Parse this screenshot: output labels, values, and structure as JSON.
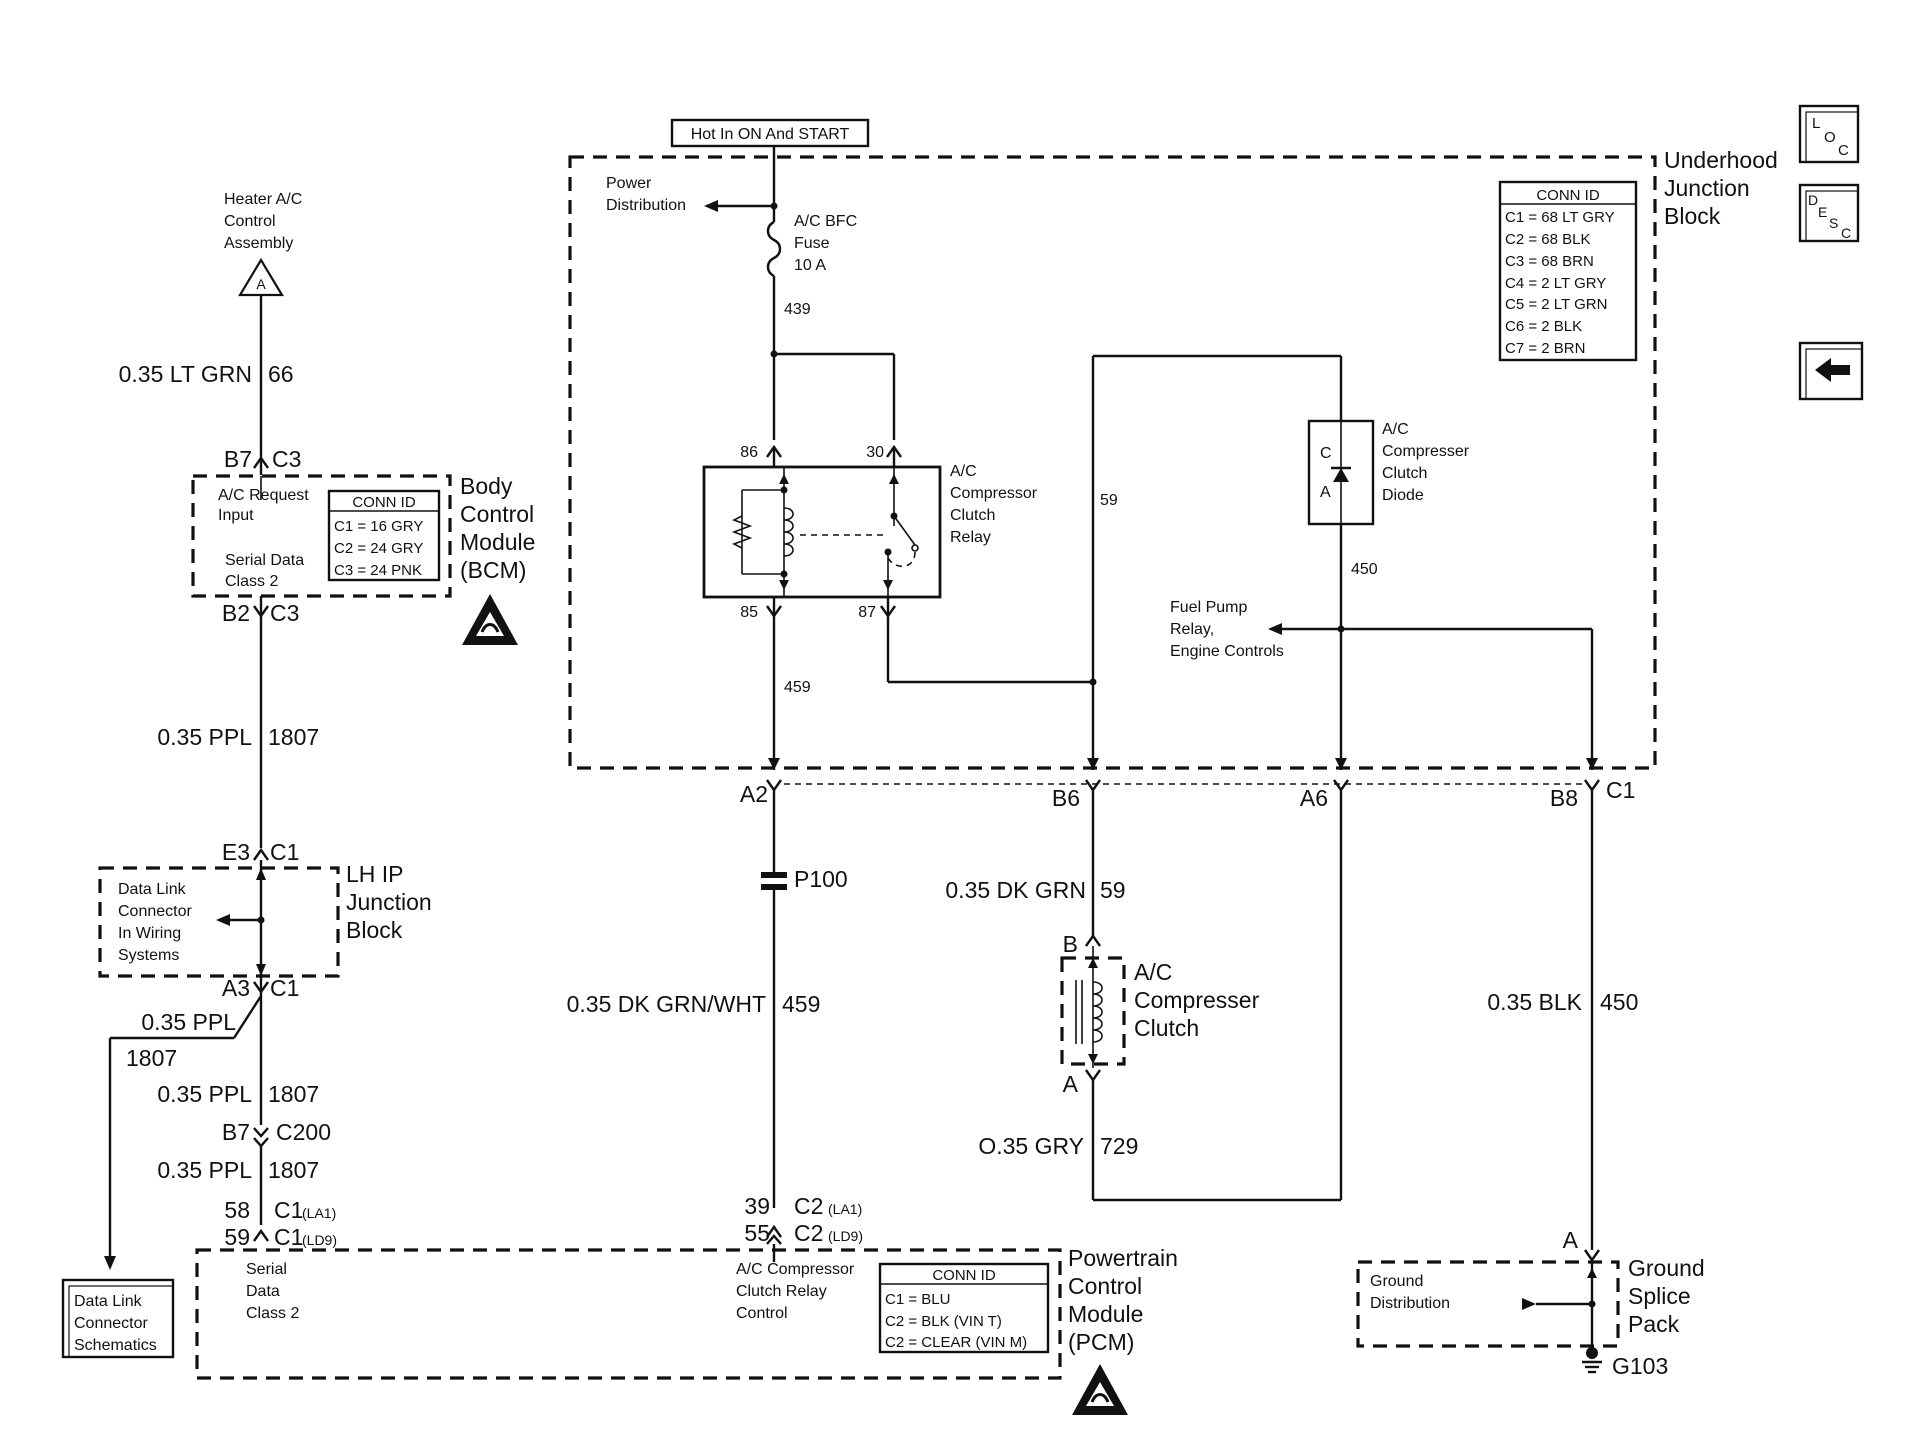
{
  "hot_label": "Hot In ON And START",
  "nav": {
    "loc_icon": "loc-icon",
    "desc_icon": "desc-icon",
    "back_icon": "back-arrow-icon"
  },
  "ujb": {
    "title1": "Underhood",
    "title2": "Junction",
    "title3": "Block",
    "conn_title": "CONN ID",
    "conn_rows": [
      "C1 = 68 LT GRY",
      "C2 = 68 BLK",
      "C3 = 68 BRN",
      "C4 = 2 LT GRY",
      "C5 = 2 LT GRN",
      "C6 = 2 BLK",
      "C7 = 2 BRN"
    ],
    "power_dist1": "Power",
    "power_dist2": "Distribution",
    "fuse1": "A/C BFC",
    "fuse2": "Fuse",
    "fuse3": "10 A",
    "circuit_439": "439",
    "relay_pin86": "86",
    "relay_pin30": "30",
    "relay_pin85": "85",
    "relay_pin87": "87",
    "relay1": "A/C",
    "relay2": "Compressor",
    "relay3": "Clutch",
    "relay4": "Relay",
    "circuit_59": "59",
    "circuit_459": "459",
    "circuit_450": "450",
    "diode1": "A/C",
    "diode2": "Compresser",
    "diode3": "Clutch",
    "diode4": "Diode",
    "diode_c": "C",
    "diode_a": "A",
    "fuel1": "Fuel Pump",
    "fuel2": "Relay,",
    "fuel3": "Engine Controls",
    "pin_a2": "A2",
    "pin_b6": "B6",
    "pin_a6": "A6",
    "pin_b8": "B8",
    "pin_c1": "C1"
  },
  "heater": {
    "line1": "Heater A/C",
    "line2": "Control",
    "line3": "Assembly",
    "ref": "A"
  },
  "wire_ltgrn": "0.35 LT GRN",
  "wire_ltgrn_num": "66",
  "bcm": {
    "pin_top_b7": "B7",
    "pin_top_c3": "C3",
    "ac_req1": "A/C Request",
    "ac_req2": "Input",
    "serial1": "Serial Data",
    "serial2": "Class 2",
    "conn_title": "CONN ID",
    "conn_rows": [
      "C1 = 16 GRY",
      "C2 = 24 GRY",
      "C3 = 24 PNK"
    ],
    "title1": "Body",
    "title2": "Control",
    "title3": "Module",
    "title4": "(BCM)",
    "pin_bot_b2": "B2",
    "pin_bot_c3": "C3"
  },
  "wire_ppl_1": "0.35 PPL",
  "wire_ppl_1_num": "1807",
  "lhip": {
    "pin_top_e3": "E3",
    "pin_top_c1": "C1",
    "dlc1": "Data Link",
    "dlc2": "Connector",
    "dlc3": "In Wiring",
    "dlc4": "Systems",
    "title1": "LH IP",
    "title2": "Junction",
    "title3": "Block",
    "pin_bot_a3": "A3",
    "pin_bot_c1": "C1"
  },
  "wire_ppl_2": "0.35 PPL",
  "wire_ppl_2_num": "1807",
  "wire_ppl_3": "0.35 PPL",
  "wire_ppl_3_num": "1807",
  "c200_b7": "B7",
  "c200_label": "C200",
  "wire_ppl_4": "0.35 PPL",
  "wire_ppl_4_num": "1807",
  "pcm_pins": {
    "p58": "58",
    "c1a": "C1",
    "la1a": "(LA1)",
    "p59": "59",
    "c1b": "C1",
    "ld9a": "(LD9)",
    "p39": "39",
    "c2a": "C2",
    "la1b": "(LA1)",
    "p55": "55",
    "c2b": "C2",
    "ld9b": "(LD9)"
  },
  "dlc_sch1": "Data Link",
  "dlc_sch2": "Connector",
  "dlc_sch3": "Schematics",
  "pcm": {
    "serial1": "Serial",
    "serial2": "Data",
    "serial3": "Class 2",
    "relay_ctl1": "A/C Compressor",
    "relay_ctl2": "Clutch Relay",
    "relay_ctl3": "Control",
    "conn_title": "CONN ID",
    "conn_rows": [
      "C1 = BLU",
      "C2 = BLK (VIN T)",
      "C2 = CLEAR (VIN M)"
    ],
    "title1": "Powertrain",
    "title2": "Control",
    "title3": "Module",
    "title4": "(PCM)"
  },
  "p100": "P100",
  "wire_dkgrnwht": "0.35 DK GRN/WHT",
  "wire_dkgrnwht_num": "459",
  "wire_dkgrn": "0.35 DK GRN",
  "wire_dkgrn_num": "59",
  "clutch": {
    "pin_b": "B",
    "pin_a": "A",
    "title1": "A/C",
    "title2": "Compresser",
    "title3": "Clutch"
  },
  "wire_gry": "O.35 GRY",
  "wire_gry_num": "729",
  "wire_blk": "0.35 BLK",
  "wire_blk_num": "450",
  "gsp": {
    "pin_a": "A",
    "gd1": "Ground",
    "gd2": "Distribution",
    "title1": "Ground",
    "title2": "Splice",
    "title3": "Pack",
    "g103": "G103"
  }
}
